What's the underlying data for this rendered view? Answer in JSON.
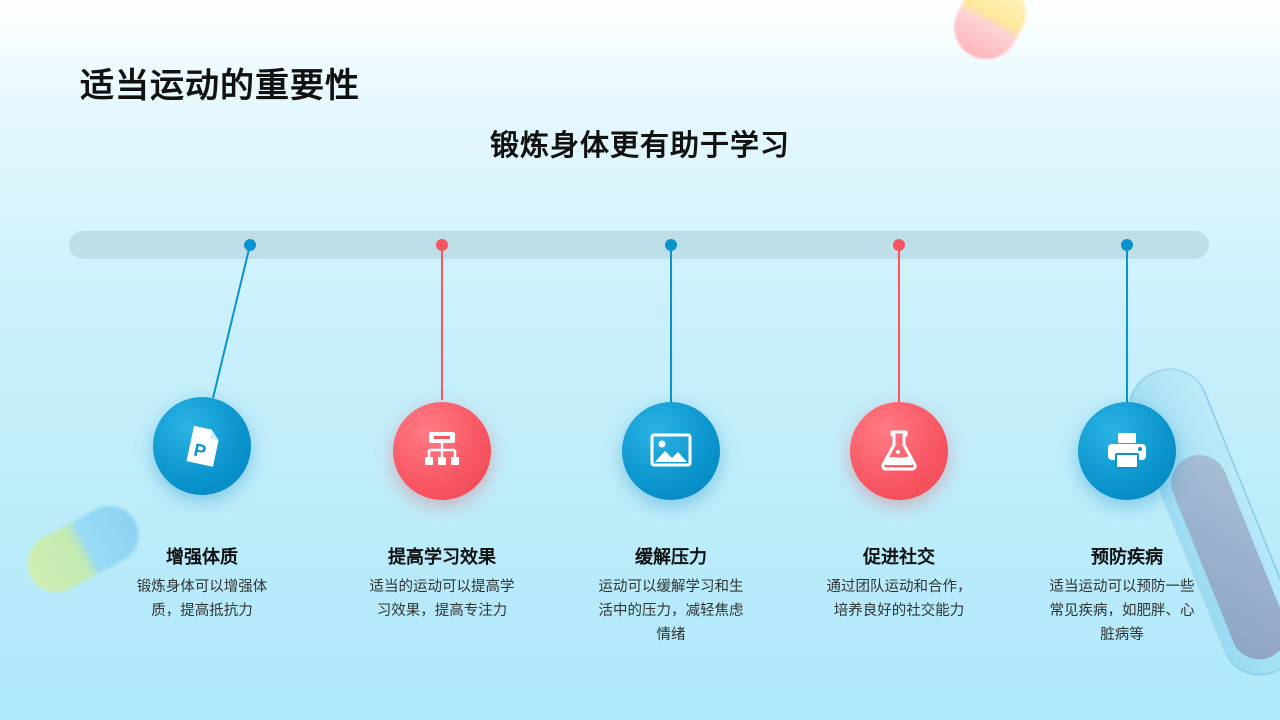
{
  "title": "适当运动的重要性",
  "subtitle": "锻炼身体更有助于学习",
  "colors": {
    "blue": "#0a93cc",
    "red": "#f75561",
    "bar": "#bfdfe8"
  },
  "items": [
    {
      "title": "增强体质",
      "desc": "锻炼身体可以增强体质，提高抵抗力",
      "icon": "document-p-icon",
      "color": "blue"
    },
    {
      "title": "提高学习效果",
      "desc": "适当的运动可以提高学习效果，提高专注力",
      "icon": "org-chart-icon",
      "color": "red"
    },
    {
      "title": "缓解压力",
      "desc": "运动可以缓解学习和生活中的压力，减轻焦虑情绪",
      "icon": "image-icon",
      "color": "blue"
    },
    {
      "title": "促进社交",
      "desc": "通过团队运动和合作，培养良好的社交能力",
      "icon": "flask-icon",
      "color": "red"
    },
    {
      "title": "预防疾病",
      "desc": "适当运动可以预防一些常见疾病，如肥胖、心脏病等",
      "icon": "printer-icon",
      "color": "blue"
    }
  ]
}
